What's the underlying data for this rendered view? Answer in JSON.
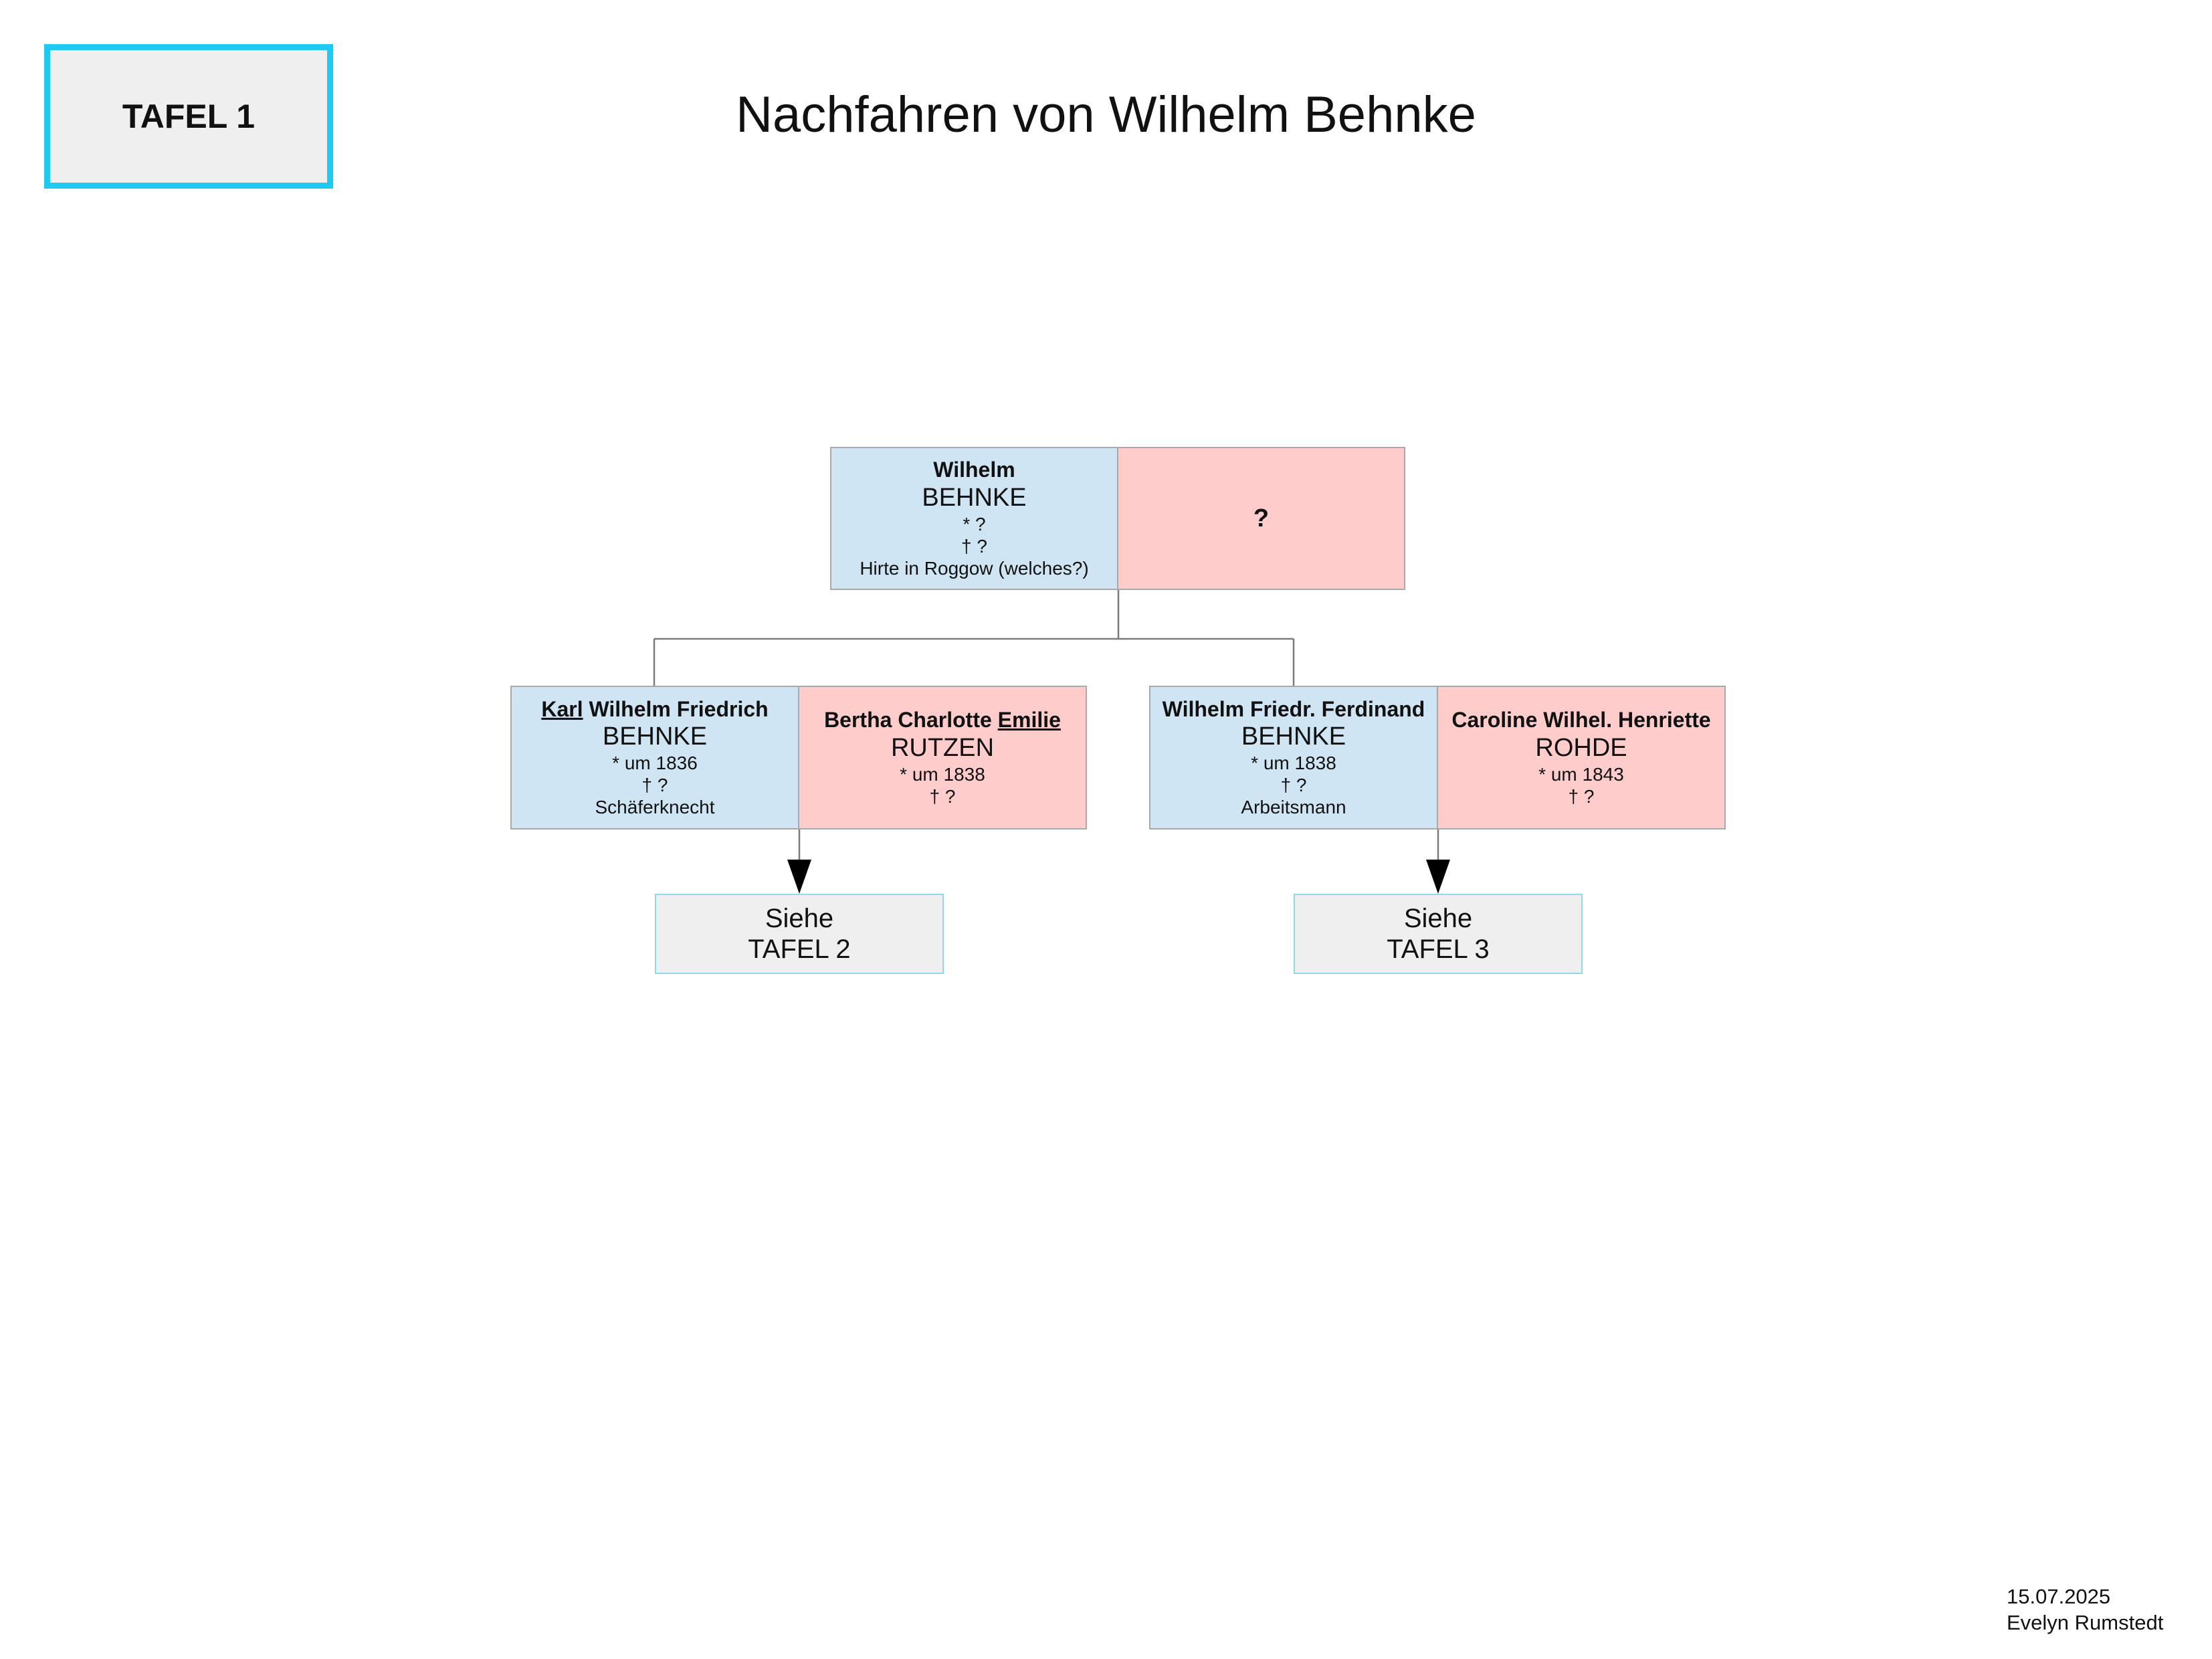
{
  "badge": "TAFEL 1",
  "title": "Nachfahren von Wilhelm Behnke",
  "root": {
    "husband": {
      "given": "Wilhelm",
      "surname": "BEHNKE",
      "birth": "* ?",
      "death": "† ?",
      "note": "Hirte in Roggow (welches?)"
    },
    "wife": {
      "label": "?"
    }
  },
  "children": [
    {
      "husband": {
        "given_pre": "",
        "given_underlined": "Karl",
        "given_post": " Wilhelm Friedrich",
        "surname": "BEHNKE",
        "birth": "* um 1836",
        "death": "† ?",
        "note": "Schäferknecht"
      },
      "wife": {
        "given_pre": "Bertha Charlotte ",
        "given_underlined": "Emilie",
        "given_post": "",
        "surname": "RUTZEN",
        "birth": "* um 1838",
        "death": "† ?"
      },
      "reference": {
        "line1": "Siehe",
        "line2": "TAFEL 2"
      }
    },
    {
      "husband": {
        "given": "Wilhelm Friedr. Ferdinand",
        "surname": "BEHNKE",
        "birth": "* um 1838",
        "death": "† ?",
        "note": "Arbeitsmann"
      },
      "wife": {
        "given": "Caroline Wilhel. Henriette",
        "surname": "ROHDE",
        "birth": "* um 1843",
        "death": "† ?"
      },
      "reference": {
        "line1": "Siehe",
        "line2": "TAFEL 3"
      }
    }
  ],
  "footer": {
    "date": "15.07.2025",
    "author": "Evelyn Rumstedt"
  },
  "colors": {
    "male_box": "#d0e5f3",
    "female_box": "#ffcccc",
    "badge_border": "#1ecaf2",
    "reference_border": "#8ed9e8"
  }
}
